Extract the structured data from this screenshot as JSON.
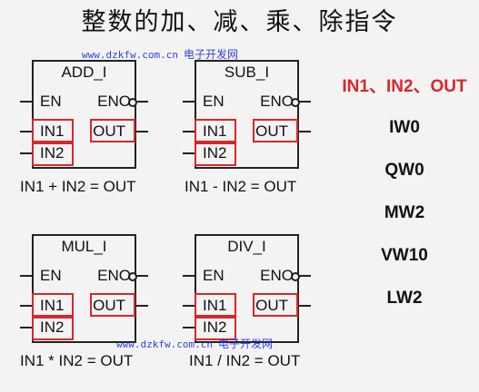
{
  "title": "整数的加、减、乘、除指令",
  "watermark": {
    "url": "www.dzkfw.com.cn",
    "label": "电子开发网"
  },
  "blocks": [
    {
      "name": "ADD_I",
      "en": "EN",
      "eno": "ENO",
      "in1": "IN1",
      "in2": "IN2",
      "out": "OUT",
      "formula": "IN1 + IN2 = OUT"
    },
    {
      "name": "SUB_I",
      "en": "EN",
      "eno": "ENO",
      "in1": "IN1",
      "in2": "IN2",
      "out": "OUT",
      "formula": "IN1 - IN2 = OUT"
    },
    {
      "name": "MUL_I",
      "en": "EN",
      "eno": "ENO",
      "in1": "IN1",
      "in2": "IN2",
      "out": "OUT",
      "formula": "IN1 * IN2 = OUT"
    },
    {
      "name": "DIV_I",
      "en": "EN",
      "eno": "ENO",
      "in1": "IN1",
      "in2": "IN2",
      "out": "OUT",
      "formula": "IN1 / IN2 = OUT"
    }
  ],
  "operands": {
    "header": "IN1、IN2、OUT",
    "items": [
      "IW0",
      "QW0",
      "MW2",
      "VW10",
      "LW2"
    ]
  },
  "colors": {
    "highlight": "#d8272a",
    "watermark": "#1f2be0"
  }
}
